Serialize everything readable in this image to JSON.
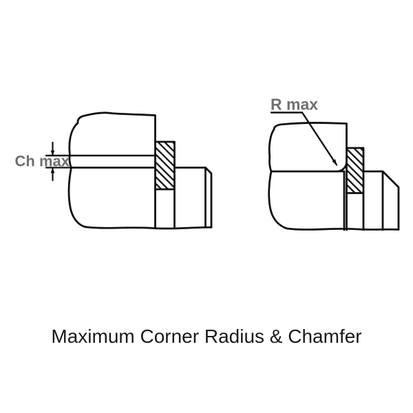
{
  "caption": "Maximum Corner Radius & Chamfer",
  "diagrams": [
    {
      "id": "chamfer-section",
      "label": "Ch max"
    },
    {
      "id": "radius-section",
      "label": "R max"
    }
  ],
  "colors": {
    "line": "#111111",
    "label_gray": "#6f6f6f",
    "background": "#ffffff",
    "caption_text": "#1a1a1a"
  }
}
